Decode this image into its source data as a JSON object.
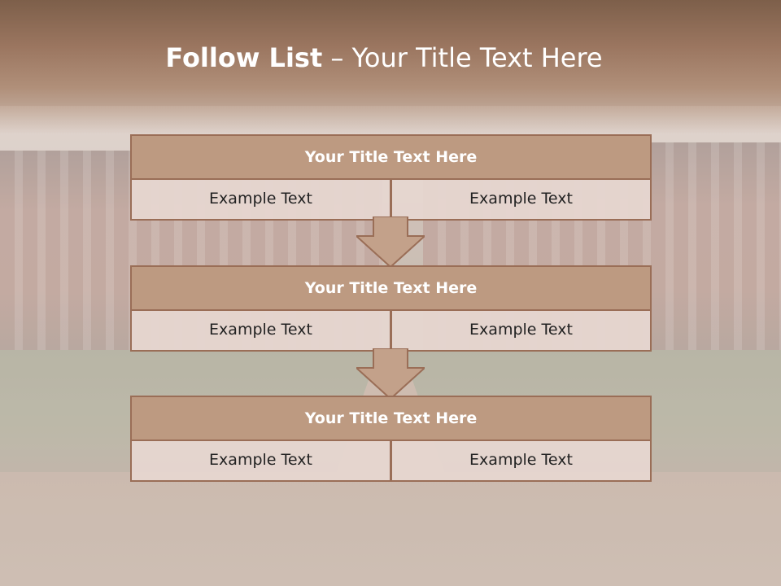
{
  "slide": {
    "title_bold": "Follow List",
    "title_rest": " – Your Title Text Here"
  },
  "steps": [
    {
      "title": "Your Title Text Here",
      "left": "Example Text",
      "right": "Example Text"
    },
    {
      "title": "Your Title Text Here",
      "left": "Example Text",
      "right": "Example Text"
    },
    {
      "title": "Your Title Text Here",
      "left": "Example Text",
      "right": "Example Text"
    }
  ],
  "colors": {
    "header_fill": "#bd9a81",
    "border": "#9a6e57",
    "cell_fill": "#e6d6d0",
    "arrow_fill": "#c3a18a"
  },
  "icons": {
    "connector": "down-arrow-icon"
  }
}
